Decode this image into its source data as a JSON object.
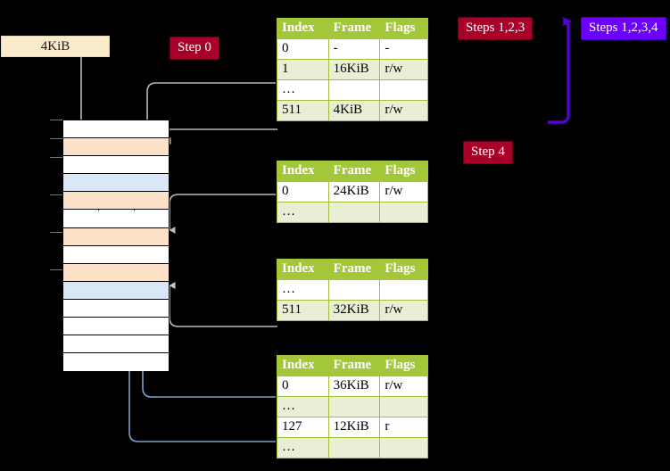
{
  "labels": {
    "size_box": "4KiB",
    "step0": "Step 0",
    "step4": "Step 4",
    "steps123": "Steps 1,2,3",
    "steps1234": "Steps 1,2,3,4"
  },
  "colors": {
    "table_header_bg": "#a4c639",
    "table_alt_row_bg": "#e9eed4",
    "highlight_cell_bg": "#fdf79b",
    "chip_red_bg": "#a80028",
    "chip_violet_bg": "#6c00ff",
    "size_box_bg": "#faecca",
    "memory_orange_row": "#fde1c8",
    "memory_blue_row": "#dae7f7",
    "gray_arrow": "#b0b0b0",
    "blue_arrow": "#4a6fa5",
    "violet_arrow": "#5500dd"
  },
  "tables": {
    "columns": [
      "Index",
      "Frame",
      "Flags"
    ],
    "list": [
      {
        "name": "pml4-table",
        "rows": [
          {
            "index": "0",
            "frame": "-",
            "flags": "-",
            "style": "plain",
            "highlight": false
          },
          {
            "index": "1",
            "frame": "16KiB",
            "flags": "r/w",
            "style": "alt",
            "highlight": false
          },
          {
            "index": "…",
            "frame": "",
            "flags": "",
            "style": "plain",
            "highlight": false
          },
          {
            "index": "511",
            "frame": "4KiB",
            "flags": "r/w",
            "style": "alt",
            "highlight": true
          }
        ]
      },
      {
        "name": "pdp-table",
        "rows": [
          {
            "index": "0",
            "frame": "24KiB",
            "flags": "r/w",
            "style": "plain",
            "highlight": false
          },
          {
            "index": "…",
            "frame": "",
            "flags": "",
            "style": "alt",
            "highlight": false
          }
        ]
      },
      {
        "name": "pd-table",
        "rows": [
          {
            "index": "…",
            "frame": "",
            "flags": "",
            "style": "plain",
            "highlight": false
          },
          {
            "index": "511",
            "frame": "32KiB",
            "flags": "r/w",
            "style": "alt",
            "highlight": false
          }
        ]
      },
      {
        "name": "pt-table",
        "rows": [
          {
            "index": "0",
            "frame": "36KiB",
            "flags": "r/w",
            "style": "plain",
            "highlight": false
          },
          {
            "index": "…",
            "frame": "",
            "flags": "",
            "style": "alt",
            "highlight": false
          },
          {
            "index": "127",
            "frame": "12KiB",
            "flags": "r",
            "style": "plain",
            "highlight": false
          },
          {
            "index": "…",
            "frame": "",
            "flags": "",
            "style": "alt",
            "highlight": false
          }
        ]
      }
    ]
  },
  "memory_grid": {
    "rows": [
      {
        "fill": "white"
      },
      {
        "fill": "orange"
      },
      {
        "fill": "white"
      },
      {
        "fill": "blue"
      },
      {
        "fill": "orange"
      },
      {
        "fill": "white"
      },
      {
        "fill": "orange"
      },
      {
        "fill": "white"
      },
      {
        "fill": "orange"
      },
      {
        "fill": "blue"
      },
      {
        "fill": "white"
      },
      {
        "fill": "white"
      },
      {
        "fill": "white"
      },
      {
        "fill": "white"
      }
    ]
  }
}
